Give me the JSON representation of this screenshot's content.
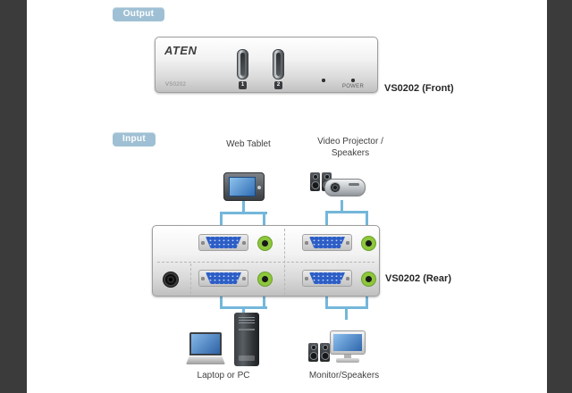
{
  "badges": {
    "output": "Output",
    "input": "Input"
  },
  "front_panel": {
    "brand": "ATEN",
    "model": "VS0202",
    "switches": [
      "1",
      "2"
    ],
    "power_label": "POWER",
    "caption": "VS0202 (Front)"
  },
  "rear_panel": {
    "caption": "VS0202 (Rear)"
  },
  "devices": {
    "web_tablet": "Web Tablet",
    "video_projector_line1": "Video Projector /",
    "video_projector_line2": "Speakers",
    "laptop_or_pc": "Laptop or PC",
    "monitor_speakers": "Monitor/Speakers"
  },
  "colors": {
    "badge_bg": "#9fc0d4",
    "wire_blue": "#74b7da",
    "vga_blue": "#2d5ec6",
    "audio_green": "#8ec63c",
    "frame_dark": "#3b3b3b"
  }
}
